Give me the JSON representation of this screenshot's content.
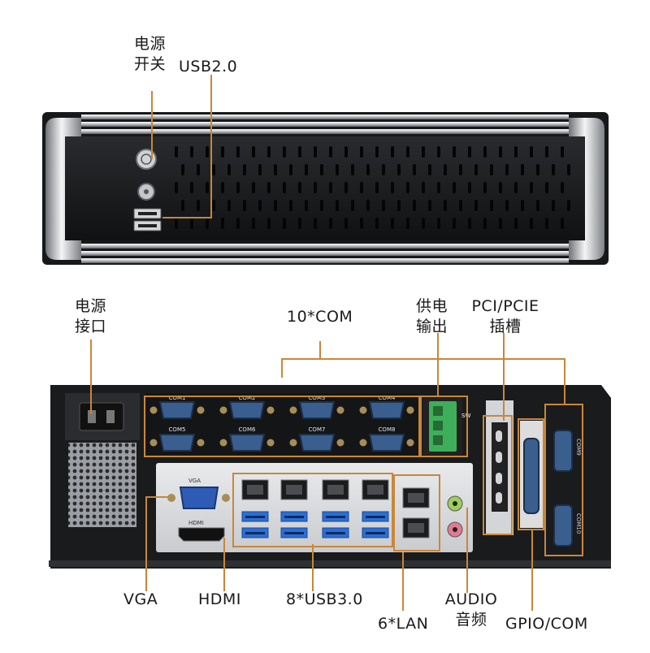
{
  "labels": {
    "power_switch": "电源\n开关",
    "usb20": "USB2.0",
    "power_port": "电源\n接口",
    "com10": "10*COM",
    "power_out": "供电\n输出",
    "pci_pcie": "PCI/PCIE\n插槽",
    "vga": "VGA",
    "hdmi": "HDMI",
    "usb30": "8*USB3.0",
    "lan": "6*LAN",
    "audio": "AUDIO\n音频",
    "gpio_com": "GPIO/COM"
  },
  "panel_markings": {
    "com_ports": [
      "COM1",
      "COM2",
      "COM3",
      "COM4",
      "COM5",
      "COM6",
      "COM7",
      "COM8"
    ],
    "com9": "COM9",
    "com10": "COM10",
    "vga": "VGA",
    "hdmi": "HDMI",
    "sw": "SW"
  },
  "colors": {
    "callout": "#c8873a",
    "chassis": "#1c1c1e",
    "com_port": "#3a5f8f",
    "usb3": "#2a6fd6",
    "terminal": "#3fae5a"
  }
}
